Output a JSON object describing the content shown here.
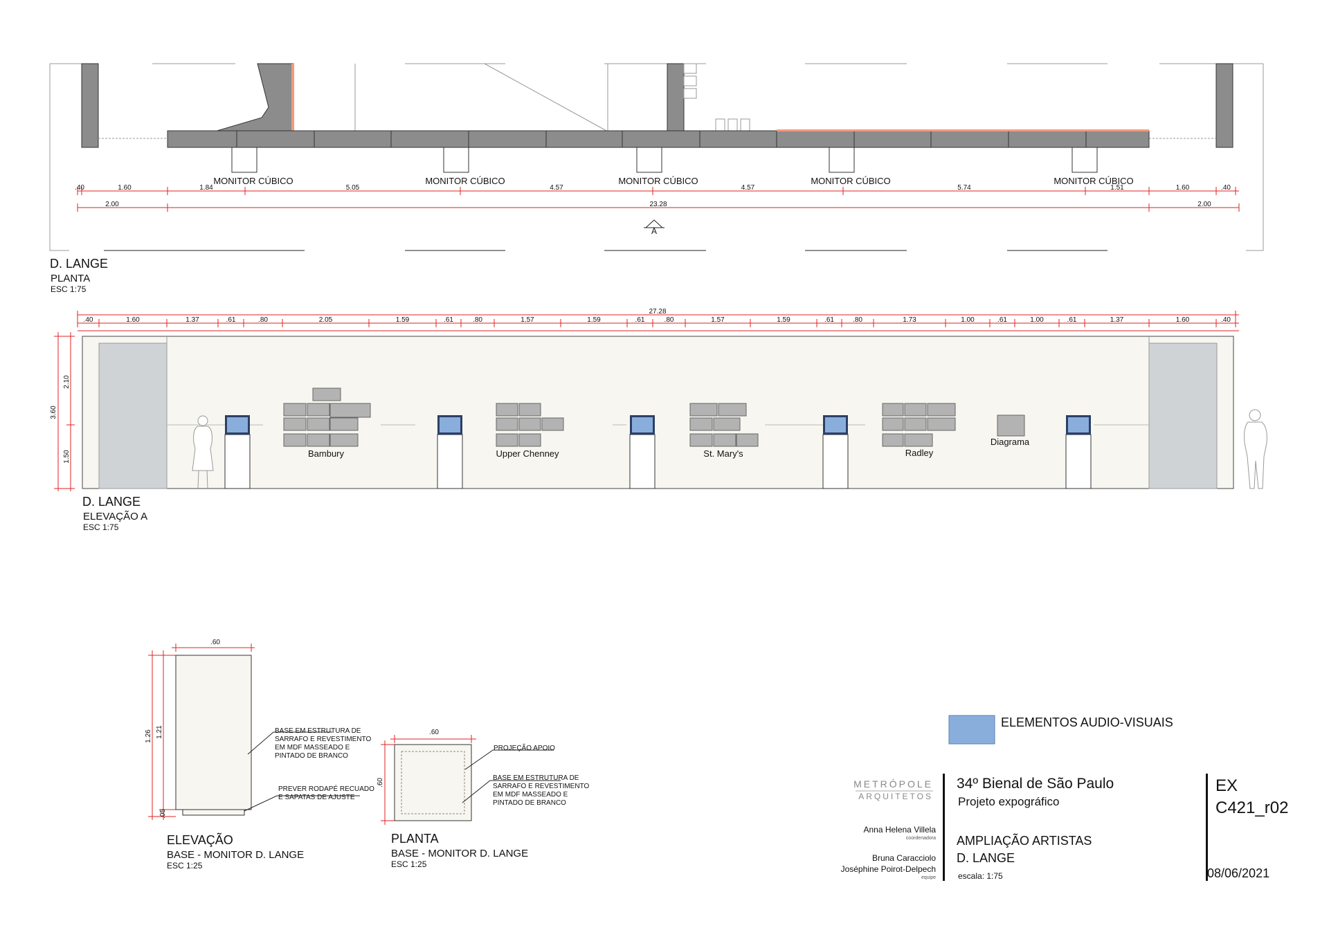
{
  "plan": {
    "monitor_label": "MONITOR CÚBICO",
    "dims_top": [
      ".40",
      "1.60",
      "1.84",
      "5.05",
      "4.57",
      "4.57",
      "5.74",
      "1.51",
      "1.60",
      ".40"
    ],
    "dims_second": [
      "2.00",
      "23.28",
      "2.00"
    ],
    "section_marker": "A",
    "title": "D. LANGE",
    "subtitle": "PLANTA",
    "scale": "ESC 1:75"
  },
  "elevation": {
    "total_dim": "27.28",
    "dims": [
      ".40",
      "1.60",
      "1.37",
      ".61",
      ".80",
      "2.05",
      "1.59",
      ".61",
      ".80",
      "1.57",
      "1.59",
      ".61",
      ".80",
      "1.57",
      "1.59",
      ".61",
      ".80",
      "1.73",
      "1.00",
      ".61",
      "1.00",
      ".61",
      "1.37",
      "1.60",
      ".40"
    ],
    "vert_total": "3.60",
    "vert_upper": "2.10",
    "vert_lower": "1.50",
    "groups": [
      "Bambury",
      "Upper Chenney",
      "St. Mary's",
      "Radley",
      "Diagrama"
    ],
    "title": "D. LANGE",
    "subtitle": "ELEVAÇÃO A",
    "scale": "ESC 1:75"
  },
  "detail_elev": {
    "width_dim": ".60",
    "height_total": "1.26",
    "height_body": "1.21",
    "height_base": ".05",
    "note1": [
      "BASE EM ESTRUTURA DE",
      "SARRAFO E REVESTIMENTO",
      "EM MDF MASSEADO E",
      "PINTADO DE BRANCO"
    ],
    "note2": [
      "PREVER RODAPÉ RECUADO",
      "E SAPATAS DE AJUSTE"
    ],
    "title": "ELEVAÇÃO",
    "subtitle": "BASE - MONITOR D. LANGE",
    "scale": "ESC 1:25"
  },
  "detail_plan": {
    "width_dim": ".60",
    "depth_dim": ".60",
    "note1": "PROJEÇÃO APOIO",
    "note2": [
      "BASE EM ESTRUTURA DE",
      "SARRAFO E REVESTIMENTO",
      "EM MDF MASSEADO E",
      "PINTADO DE BRANCO"
    ],
    "title": "PLANTA",
    "subtitle": "BASE - MONITOR D. LANGE",
    "scale": "ESC 1:25"
  },
  "legend": {
    "label": "ELEMENTOS AUDIO-VISUAIS",
    "color": "#8aaedc"
  },
  "titleblock": {
    "logo_line1": "METRÓPOLE",
    "logo_line2": "ARQUITETOS",
    "project": "34º Bienal de São Paulo",
    "project_sub": "Projeto expográfico",
    "coordinator": "Anna Helena Villela",
    "coordinator_role": "coordenadora",
    "team1": "Bruna Caracciolo",
    "team2": "Joséphine Poirot-Delpech",
    "team_role": "equipe",
    "sheet_title": "AMPLIAÇÃO ARTISTAS",
    "sheet_sub": "D. LANGE",
    "scale": "escala: 1:75",
    "code1": "EX",
    "code2": "C421_r02",
    "date": "08/06/2021"
  },
  "colors": {
    "accent_orange": "#f29a7a",
    "av_blue": "#8aaedc",
    "wall_gray": "#8c8c8c",
    "dim_red": "#e02020"
  }
}
